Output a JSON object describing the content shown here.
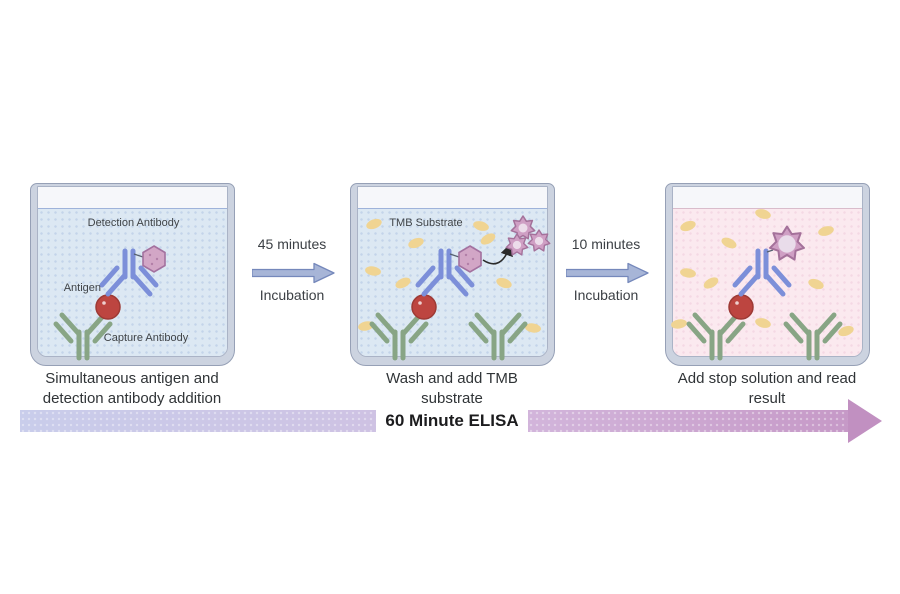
{
  "steps": [
    {
      "caption": "Simultaneous antigen and detection antibody addition",
      "labels": {
        "detection_antibody": "Detection Antibody",
        "antigen": "Antigen",
        "capture_antibody": "Capture Antibody"
      }
    },
    {
      "caption": "Wash and add TMB substrate",
      "labels": {
        "tmb_substrate": "TMB Substrate"
      }
    },
    {
      "caption": "Add stop solution and read result",
      "labels": {}
    }
  ],
  "transitions": [
    {
      "duration": "45 minutes",
      "phase": "Incubation"
    },
    {
      "duration": "10 minutes",
      "phase": "Incubation"
    }
  ],
  "timeline": {
    "title": "60 Minute ELISA"
  },
  "colors": {
    "capture_antibody": "#88a585",
    "detection_antibody": "#7c8fd9",
    "antigen": "#bd4540",
    "enzyme": "#d2a6c6",
    "product": "#cf9fc4",
    "substrate": "#f0d492",
    "liquid_blue": "#dce8f3",
    "liquid_pink": "#fbe9ef",
    "well_wall": "#ccd3e0",
    "timeline_start": "#c9cdeb",
    "timeline_end": "#c190c1",
    "incubation_arrow": "#a7b5d7"
  }
}
